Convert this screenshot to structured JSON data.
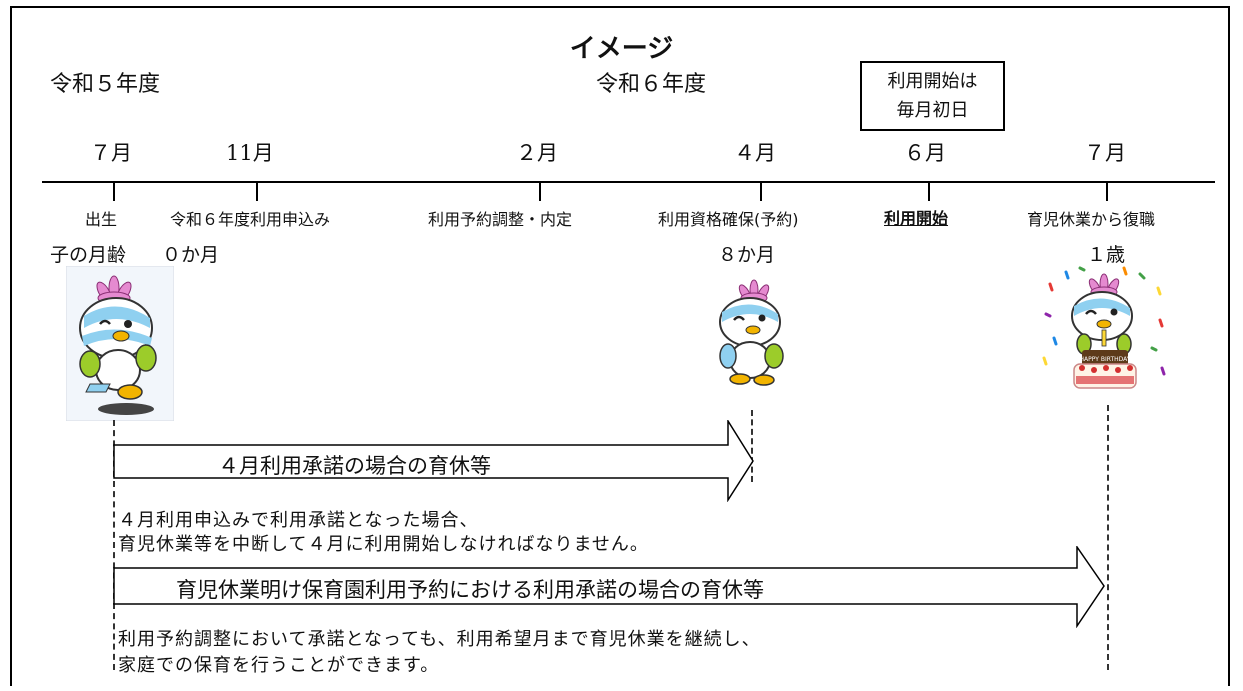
{
  "title": "イメージ",
  "fiscal_years": {
    "left": "令和５年度",
    "right": "令和６年度"
  },
  "note": {
    "line1": "利用開始は",
    "line2": "毎月初日"
  },
  "months": [
    "７月",
    "11月",
    "２月",
    "４月",
    "６月",
    "７月"
  ],
  "events": [
    "出生",
    "令和６年度利用申込み",
    "利用予約調整・内定",
    "利用資格確保(予約)",
    "利用開始",
    "育児休業から復職"
  ],
  "ages": {
    "label": "子の月齢",
    "birth": "０か月",
    "april": "８か月",
    "july": "１歳"
  },
  "arrows": {
    "april": "４月利用承諾の場合の育休等",
    "reservation": "育児休業明け保育園利用予約における利用承諾の場合の育休等"
  },
  "desc_april": {
    "line1": "４月利用申込みで利用承諾となった場合、",
    "line2": "育児休業等を中断して４月に利用開始しなければなりません。"
  },
  "desc_reservation": {
    "line1": "利用予約調整において承諾となっても、利用希望月まで育児休業を継続し、",
    "line2": "家庭での保育を行うことができます。"
  },
  "cake_text": "HAPPY BIRTHDAY",
  "colors": {
    "mascot_blue": "#8fd0f0",
    "mascot_flower": "#e58ad0",
    "mascot_green": "#9ccc2a",
    "beak": "#f2b400"
  }
}
